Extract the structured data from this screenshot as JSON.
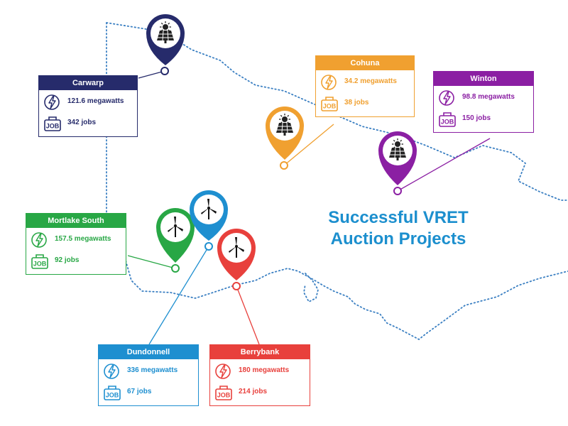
{
  "title_line1": "Successful VRET",
  "title_line2": "Auction  Projects",
  "projects": [
    {
      "name": "Carwarp",
      "power": "121.6 megawatts",
      "jobs": "342 jobs",
      "type": "solar",
      "color": "#262b6b"
    },
    {
      "name": "Cohuna",
      "power": "34.2 megawatts",
      "jobs": "38 jobs",
      "type": "solar",
      "color": "#f0a030"
    },
    {
      "name": "Winton",
      "power": "98.8 megawatts",
      "jobs": "150 jobs",
      "type": "solar",
      "color": "#8b1fa3"
    },
    {
      "name": "Mortlake South",
      "power": "157.5 megawatts",
      "jobs": "92 jobs",
      "type": "wind",
      "color": "#28a745"
    },
    {
      "name": "Dundonnell",
      "power": "336 megawatts",
      "jobs": "67 jobs",
      "type": "wind",
      "color": "#1e8fd0"
    },
    {
      "name": "Berrybank",
      "power": "180 megawatts",
      "jobs": "214 jobs",
      "type": "wind",
      "color": "#e8403c"
    }
  ],
  "icons": {
    "power": "lightning-icon",
    "jobs": "job-briefcase-icon",
    "solar": "solar-panel-icon",
    "wind": "wind-turbine-icon"
  },
  "job_icon_text": "JOB"
}
